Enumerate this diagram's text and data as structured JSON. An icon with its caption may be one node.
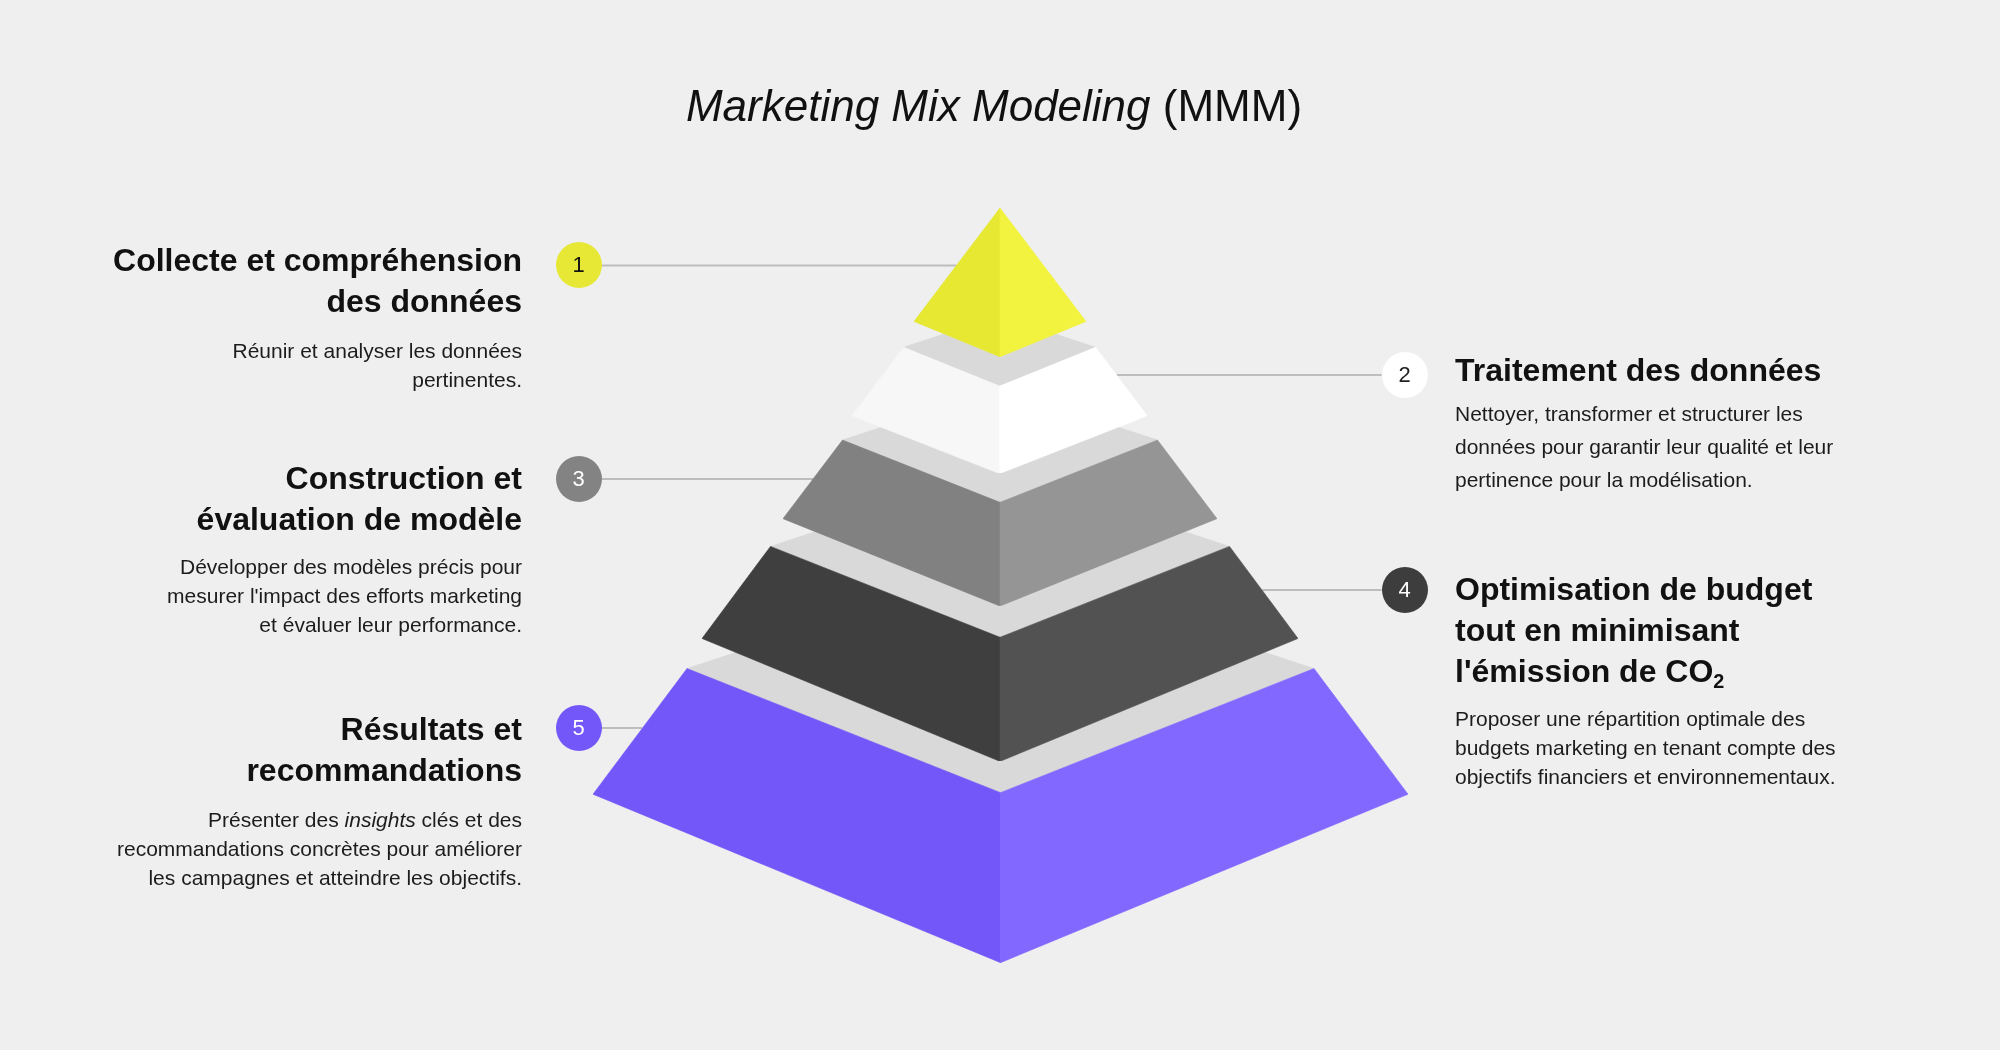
{
  "diagram": {
    "title": "*Marketing Mix Modeling* (MMM)",
    "nodes": [
      {
        "text": [
          "1"
        ],
        "beside": [
          "Collecte et compréhension des données",
          "Réunir et analyser les données pertinentes."
        ]
      },
      {
        "text": [
          "2"
        ],
        "beside": [
          "Traitement des données",
          "Nettoyer, transformer et structurer les données pour garantir leur qualité et leur pertinence pour la modélisation."
        ]
      },
      {
        "text": [
          "3"
        ],
        "beside": [
          "Construction et évaluation de modèle",
          "Développer des modèles précis pour mesurer l'impact des efforts marketing et évaluer leur performance."
        ]
      },
      {
        "text": [
          "4"
        ],
        "beside": [
          "Optimisation de budget tout en minimisant l'émission de CO$_{2}$",
          "Proposer une répartition optimale des budgets marketing en tenant compte des objectifs financiers et environnementaux."
        ]
      },
      {
        "text": [
          "5"
        ],
        "beside": [
          "Résultats et recommandations",
          "Présenter des *insights* clés et des recommandations concrètes pour améliorer les campagnes et atteindre les objectifs."
        ]
      },
      {
        "text": [],
        "shape": "triangle"
      },
      {
        "text": [],
        "shape": "trapezoid"
      },
      {
        "text": [],
        "shape": "trapezoid"
      },
      {
        "text": [],
        "shape": "trapezoid"
      },
      {
        "text": [],
        "shape": "trapezoid"
      }
    ],
    "edges": [
      {
        "from": 0,
        "to": 5,
        "arrow": "none"
      },
      {
        "from": 1,
        "to": 6,
        "arrow": "none"
      },
      {
        "from": 2,
        "to": 7,
        "arrow": "none"
      },
      {
        "from": 3,
        "to": 8,
        "arrow": "none"
      },
      {
        "from": 4,
        "to": 9,
        "arrow": "none"
      }
    ]
  }
}
